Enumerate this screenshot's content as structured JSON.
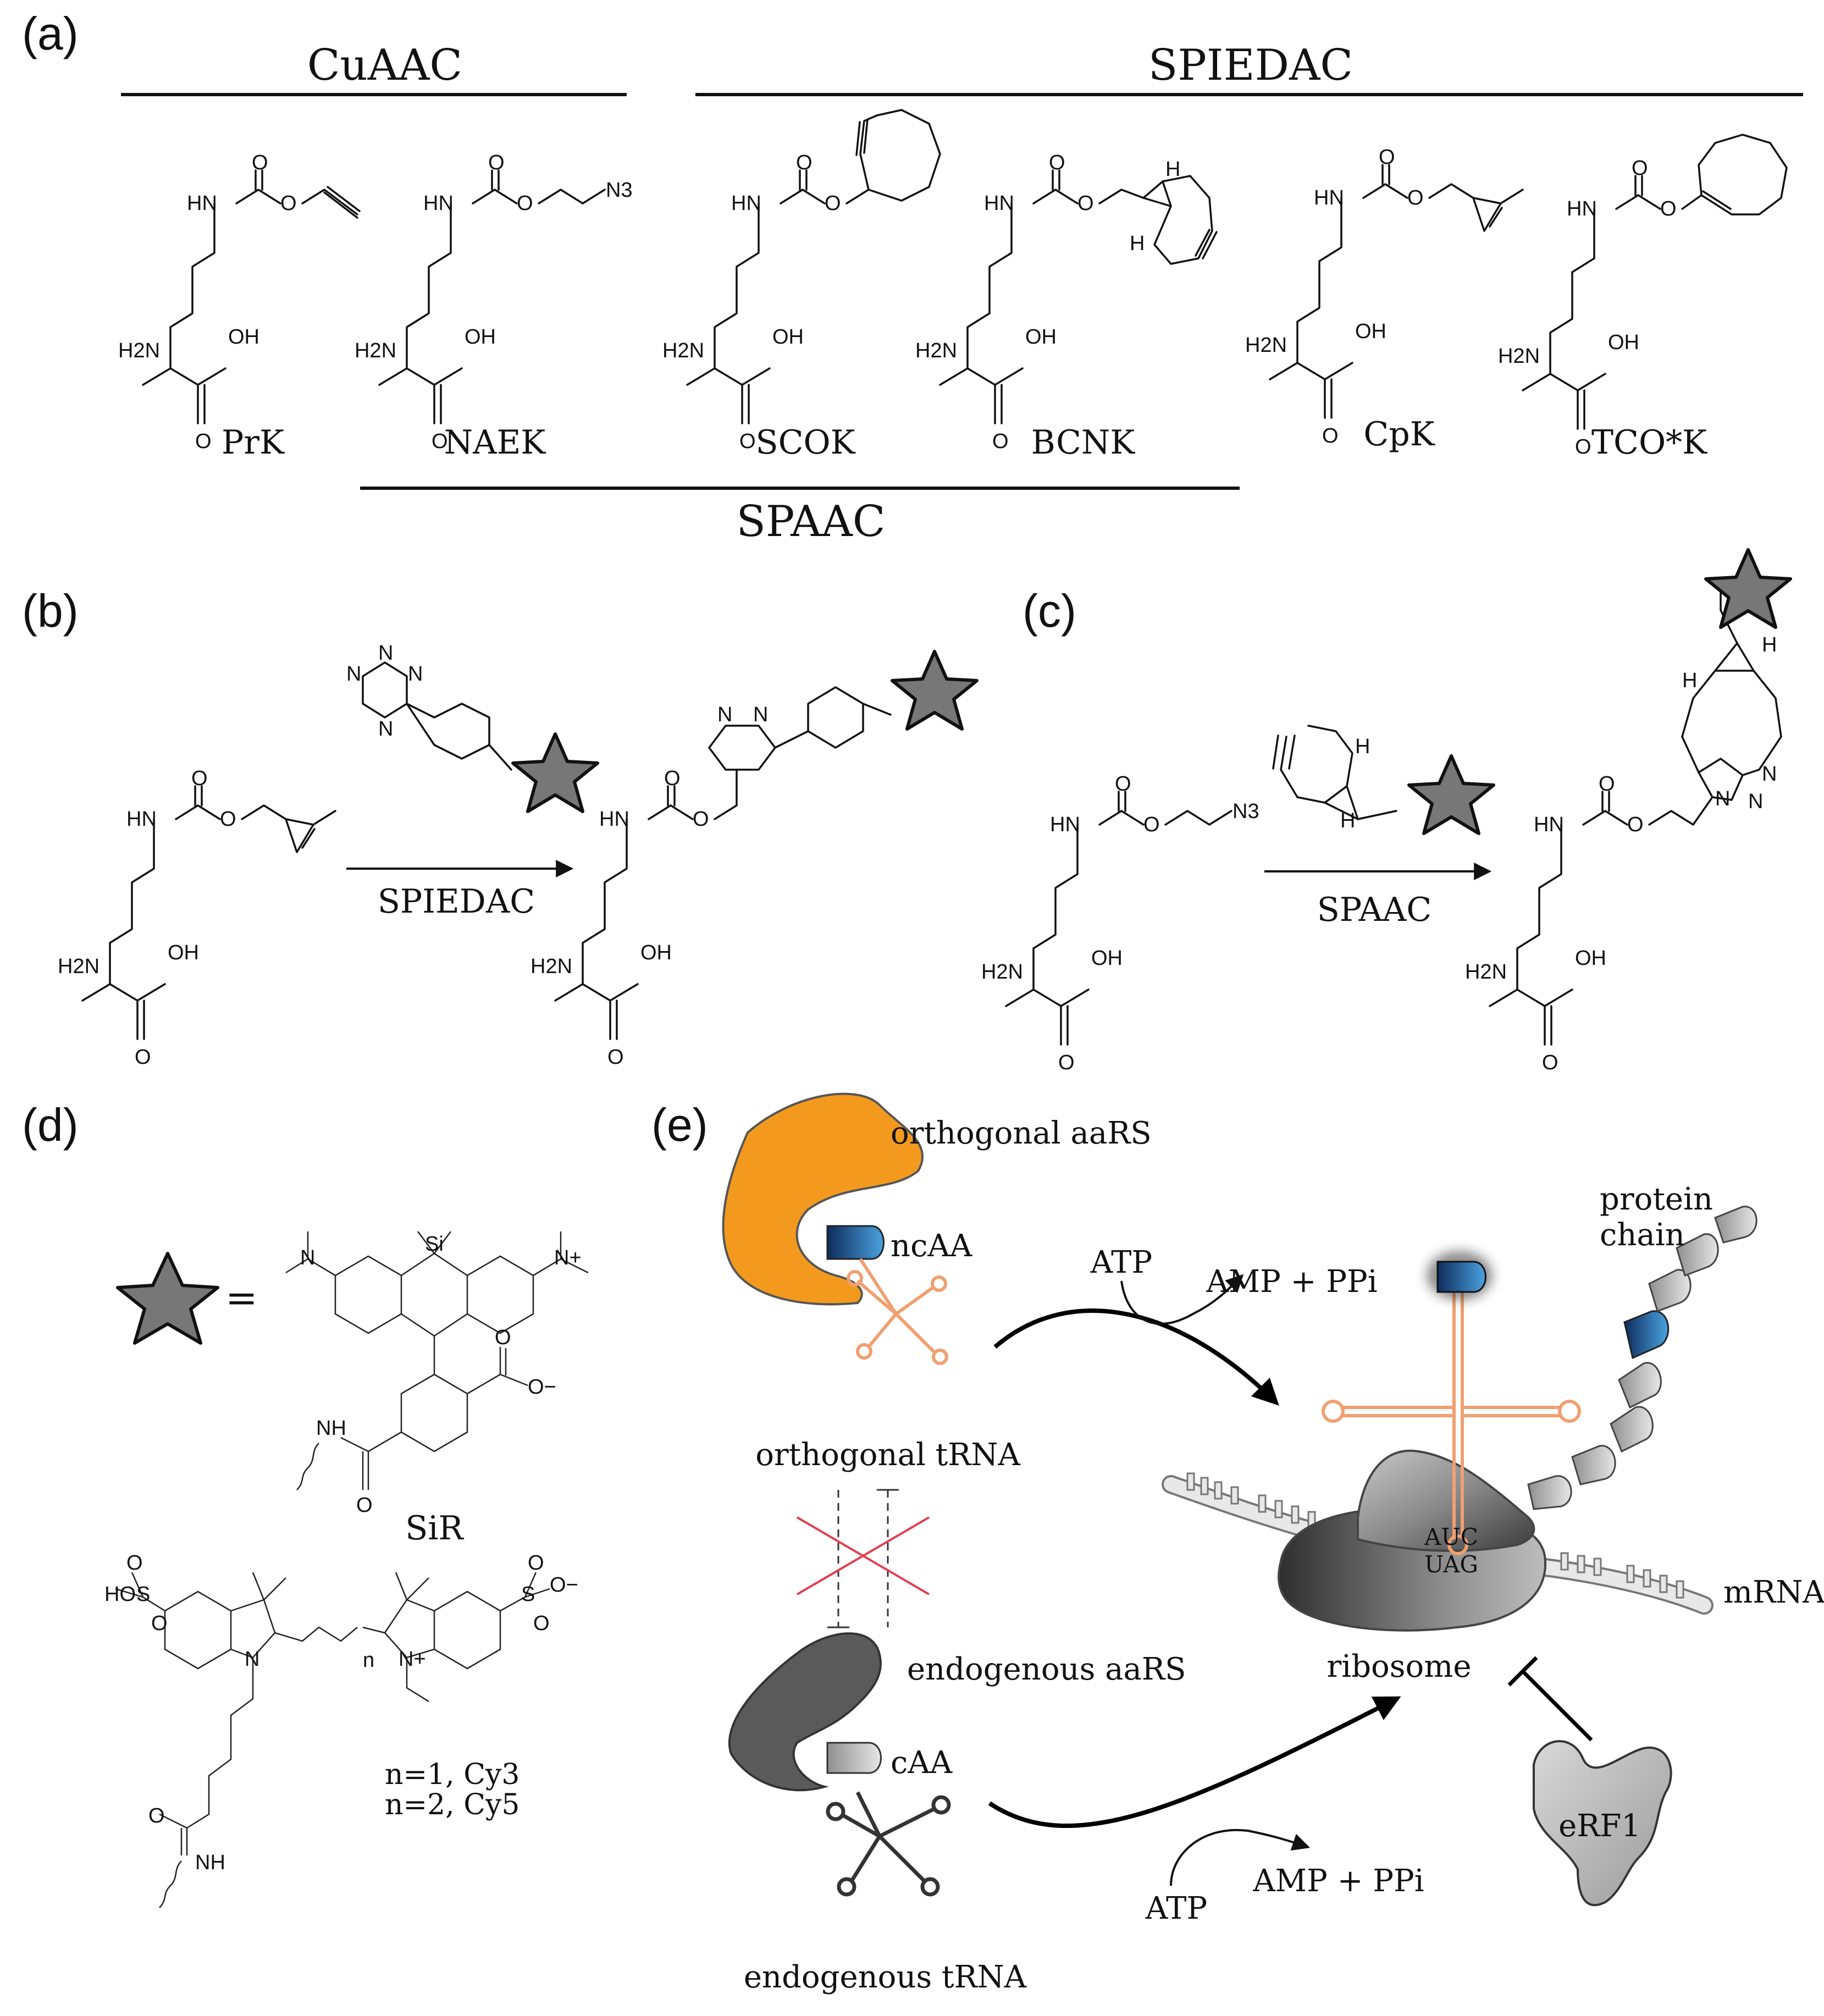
{
  "panels": {
    "a": "(a)",
    "b": "(b)",
    "c": "(c)",
    "d": "(d)",
    "e": "(e)"
  },
  "panel_a": {
    "categories": {
      "cuaac": "CuAAC",
      "spiedac": "SPIEDAC",
      "spaac": "SPAAC"
    },
    "compounds": [
      "PrK",
      "NAEK",
      "SCOK",
      "BCNK",
      "CpK",
      "TCO*K"
    ],
    "atoms": {
      "hn": "HN",
      "o": "O",
      "oh": "OH",
      "h2n": "H2N",
      "n3": "N3",
      "h": "H"
    }
  },
  "panel_b": {
    "reaction": "SPIEDAC",
    "tetrazine_n": "N"
  },
  "panel_c": {
    "reaction": "SPAAC",
    "triazole_n": "N"
  },
  "panel_d": {
    "equals": "=",
    "sir_label": "SiR",
    "si": "Si",
    "n_plus": "N+",
    "n": "N",
    "nh": "NH",
    "o_minus": "O−",
    "cy_labels": [
      "n=1, Cy3",
      "n=2, Cy5"
    ],
    "ho": "HO",
    "s": "S",
    "subscript_n": "n"
  },
  "panel_e": {
    "orthogonal_aars": "orthogonal aaRS",
    "ncaa": "ncAA",
    "orthogonal_trna": "orthogonal tRNA",
    "endogenous_aars": "endogenous aaRS",
    "caa": "cAA",
    "endogenous_trna": "endogenous tRNA",
    "atp_top": "ATP",
    "amp_top": "AMP + PPi",
    "atp_bottom": "ATP",
    "amp_bottom": "AMP + PPi",
    "protein_chain": [
      "protein",
      "chain"
    ],
    "anticodon": "AUC",
    "codon": "UAG",
    "mrna": "mRNA",
    "ribosome": "ribosome",
    "erf1": "eRF1",
    "colors": {
      "orange_aars": "#F39A1E",
      "trna_orange": "#F0A070",
      "dark_aars": "#5a5a5a",
      "ncaa_blue": "#1F5FA8",
      "red_cross": "#E04050",
      "ribosome_grey": "#8a8a8a"
    }
  },
  "icons": [
    "star-icon"
  ]
}
